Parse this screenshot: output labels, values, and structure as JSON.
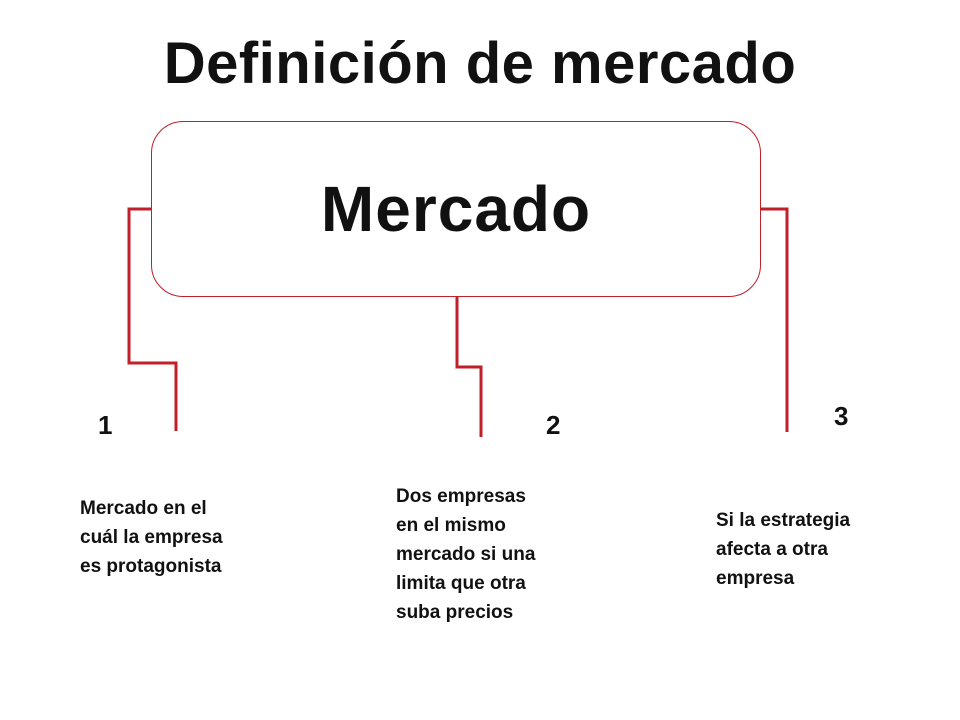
{
  "title": "Definición de mercado",
  "center": {
    "label": "Mercado"
  },
  "branches": [
    {
      "number": "1",
      "text": "Mercado en el\ncuál la empresa\nes protagonista"
    },
    {
      "number": "2",
      "text": "Dos empresas\nen el mismo\nmercado si una\nlimita que otra\nsuba precios"
    },
    {
      "number": "3",
      "text": "Si la estrategia\nafecta a otra\nempresa"
    }
  ],
  "colors": {
    "connector": "#c0202a",
    "text": "#111111",
    "background": "#ffffff"
  }
}
